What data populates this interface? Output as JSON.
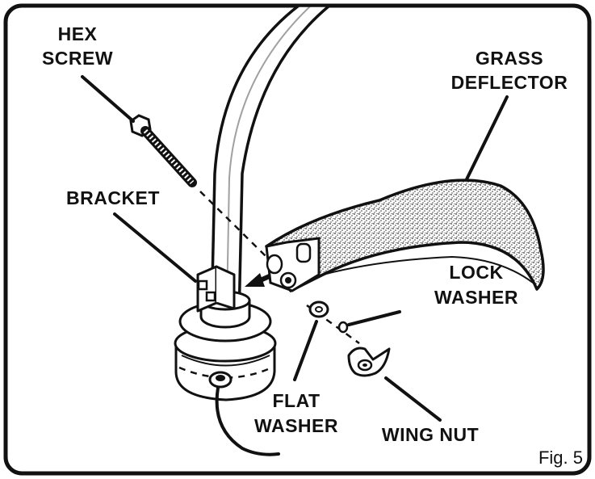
{
  "labels": {
    "hex_screw_line1": "HEX",
    "hex_screw_line2": "SCREW",
    "grass_deflector_line1": "GRASS",
    "grass_deflector_line2": "DEFLECTOR",
    "bracket": "BRACKET",
    "lock_washer_line1": "LOCK",
    "lock_washer_line2": "WASHER",
    "flat_washer_line1": "FLAT",
    "flat_washer_line2": "WASHER",
    "wing_nut": "WING NUT"
  },
  "figure_label": "Fig. 5",
  "colors": {
    "ink": "#111111",
    "paper": "#ffffff",
    "stipple": "#555555"
  }
}
